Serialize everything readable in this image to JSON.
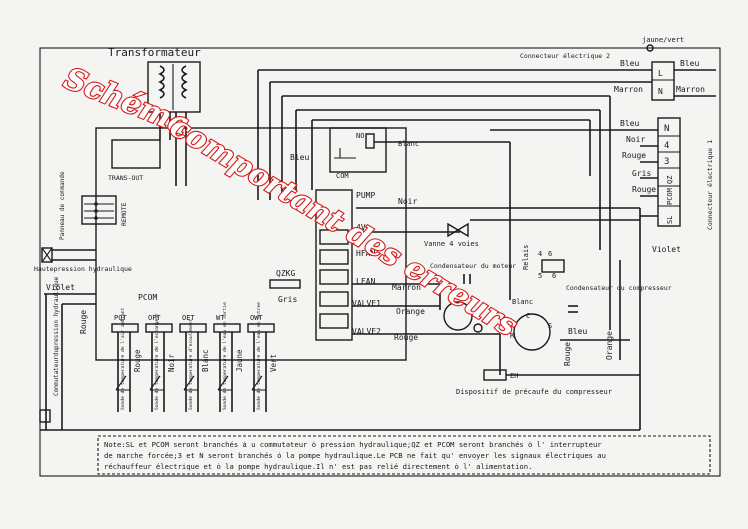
{
  "labels": {
    "transformer": "Transformateur",
    "jaune_vert": "jaune/vert",
    "connecteur2": "Connecteur électrique 2",
    "connecteur1": "Connecteur électrique 1",
    "trans_out": "TRANS-OUT",
    "remote": "REMOTE",
    "panneau": "Panneau de commande",
    "haute_pression": "Hautepression hydraulique",
    "violet_left": "Violet",
    "violet_right": "Violet",
    "pcom_left": "PCOM",
    "rouge_left": "Rouge",
    "comm_pression": "Commutateurdupression hydraulique",
    "qzkg": "QZKG",
    "gris_mid": "Gris",
    "no": "NO",
    "com": "COM",
    "bleu_mid": "Bleu",
    "blanc_top": "Blanc",
    "pump": "PUMP",
    "noir_pump": "Noir",
    "fourv": "4V",
    "vanne": "Vanne 4 voies",
    "hfan": "HFAN",
    "lfan": "LFAN",
    "marron_mid": "Marron",
    "valve1": "VALVE1",
    "orange_mid": "Orange",
    "valve2": "VALVE2",
    "rouge_mid": "Rouge",
    "cond_moteur": "Condensateur du moteur",
    "relais": "Relais",
    "cond_comp": "Condensateur du compresseur",
    "blanc_comp": "Blanc",
    "c": "C",
    "r": "R",
    "s": "S",
    "bleu_comp": "Bleu",
    "orange_right": "Orange",
    "rouge_comp": "Rouge",
    "eh": "EH",
    "dispositif": "Dispositif de précaufe du compresseur",
    "relay_n4": "4",
    "relay_n6": "6",
    "relay_n5": "5",
    "relay_n6b": "6"
  },
  "sensors": [
    {
      "code": "PQT",
      "color": "Rouge",
      "desc": "Sonde de temperature de l'air ambiant"
    },
    {
      "code": "OPT",
      "color": "Noir",
      "desc": "Sonde de temperature de l'echangeur"
    },
    {
      "code": "OET",
      "color": "Blanc",
      "desc": "Sonde de temperature d'ecoulement"
    },
    {
      "code": "WT",
      "color": "Jaune",
      "desc": "Sonde de temperature de l'eau en sortie"
    },
    {
      "code": "OWT",
      "color": "Vert",
      "desc": "Sonde de temperature de l'eau en entree"
    }
  ],
  "terminals_top": [
    {
      "label": "L",
      "wire_left": "Bleu",
      "wire_right": "Bleu"
    },
    {
      "label": "N",
      "wire_left": "Marron",
      "wire_right": "Marron"
    }
  ],
  "terminals_bottom": [
    {
      "label": "N",
      "wire": "Bleu"
    },
    {
      "label": "4",
      "wire": "Noir"
    },
    {
      "label": "3",
      "wire": "Rouge"
    },
    {
      "label": "QZ",
      "wire": "Gris"
    },
    {
      "label": "PCOM",
      "wire": "Rouge"
    },
    {
      "label": "SL",
      "wire": ""
    }
  ],
  "note": {
    "line1": "Note:SL et PCOM seront branchés ẚ u commutateur ȯ pression hydraulique;QZ et PCOM seront branchés ȯ l' interrupteur",
    "line2": "de marche forcée;3 et N seront branchés ȯ la pompe hydraulique.Le PCB ne fait qu' envoyer les signaux électriques au",
    "line3": "réchauffeur électrique et ȯ la pompe hydraulique.Il n' est pas relié directement ȯ l' alimentation."
  },
  "watermark": {
    "line1": "Schéma",
    "line2": "comportant des erreurs"
  },
  "colors": {
    "ink": "#1a1a1a",
    "watermark_outline": "#d51a1a",
    "paper": "#f4f4f2"
  }
}
